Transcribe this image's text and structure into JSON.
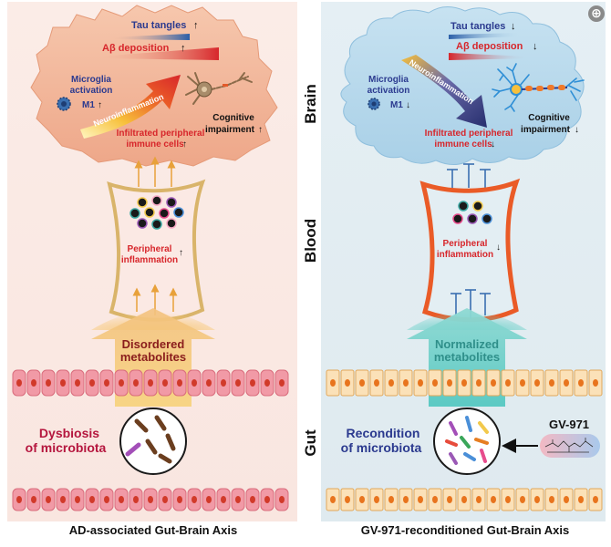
{
  "left": {
    "tau": "Tau tangles",
    "abeta": "Aβ deposition",
    "microglia_line1": "Microglia",
    "microglia_line2": "activation",
    "m1": "M1",
    "neuroinflammation": "Neuroinflammation",
    "cognitive_line1": "Cognitive",
    "cognitive_line2": "impairment",
    "infiltrated_line1": "Infiltrated peripheral",
    "infiltrated_line2": "immune cells",
    "peripheral_line1": "Peripheral",
    "peripheral_line2": "inflammation",
    "metabolites_line1": "Disordered",
    "metabolites_line2": "metabolites",
    "microbiota_line1": "Dysbiosis",
    "microbiota_line2": "of microbiota",
    "footer": "AD-associated Gut-Brain Axis",
    "arrow_glyph": "↑"
  },
  "right": {
    "tau": "Tau tangles",
    "abeta": "Aβ deposition",
    "microglia_line1": "Microglia",
    "microglia_line2": "activation",
    "m1": "M1",
    "neuroinflammation": "Neuroinflammation",
    "cognitive_line1": "Cognitive",
    "cognitive_line2": "impairment",
    "infiltrated_line1": "Infiltrated peripheral",
    "infiltrated_line2": "immune cells",
    "peripheral_line1": "Peripheral",
    "peripheral_line2": "inflammation",
    "metabolites_line1": "Normalized",
    "metabolites_line2": "metabolites",
    "microbiota_line1": "Recondition",
    "microbiota_line2": "of microbiota",
    "drug": "GV-971",
    "footer": "GV-971-reconditioned Gut-Brain Axis",
    "arrow_glyph": "↓"
  },
  "labels": {
    "brain": "Brain",
    "blood": "Blood",
    "gut": "Gut"
  },
  "ui": {
    "zoom_glyph": "⊕"
  },
  "colors": {
    "left_panel_bg": "#fbe9e4",
    "right_panel_bg": "#e3eef3",
    "left_brain": "#f2b89a",
    "right_brain": "#b9d9ec",
    "red_text": "#d7262b",
    "blue_text": "#2b3a8f",
    "dysbiosis_text": "#b5163e",
    "normalized_text": "#2f8f8a",
    "disordered_text": "#8a1c1c"
  }
}
